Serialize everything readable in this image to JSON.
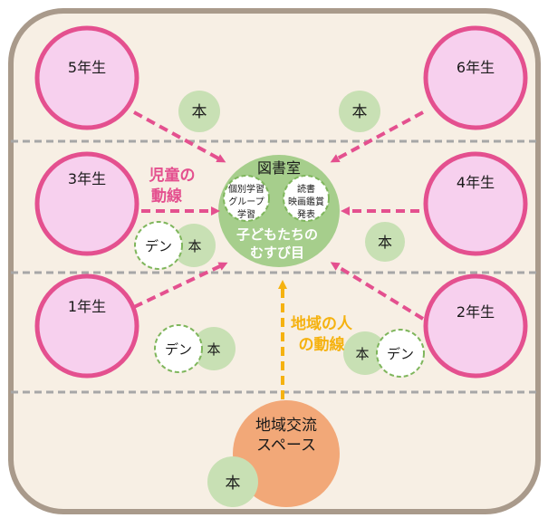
{
  "colors": {
    "background_fill": "#f7efe4",
    "frame_stroke": "#a99a8b",
    "grade_circle_fill": "#f7d0ee",
    "grade_circle_stroke": "#e4508f",
    "book_fill": "#c8e0b4",
    "library_fill": "#a6ce8c",
    "den_stroke": "#7fb65c",
    "student_flow": "#e4508f",
    "community_flow": "#f5b210",
    "community_space_fill": "#f2a878",
    "divider": "#a7a7a7"
  },
  "grades": {
    "g5": "5年生",
    "g6": "6年生",
    "g3": "3年生",
    "g4": "4年生",
    "g1": "1年生",
    "g2": "2年生"
  },
  "book_label": "本",
  "den_label": "デン",
  "library": {
    "title": "図書室",
    "left_circle": [
      "個別学習",
      "グループ",
      "学習"
    ],
    "right_circle": [
      "読書",
      "映画鑑賞",
      "発表"
    ],
    "caption": [
      "子どもたちの",
      "むすび目"
    ]
  },
  "student_flow_label": [
    "児童の",
    "動線"
  ],
  "community_flow_label": [
    "地域の人",
    "の動線"
  ],
  "community_space": [
    "地域交流",
    "スペース"
  ]
}
